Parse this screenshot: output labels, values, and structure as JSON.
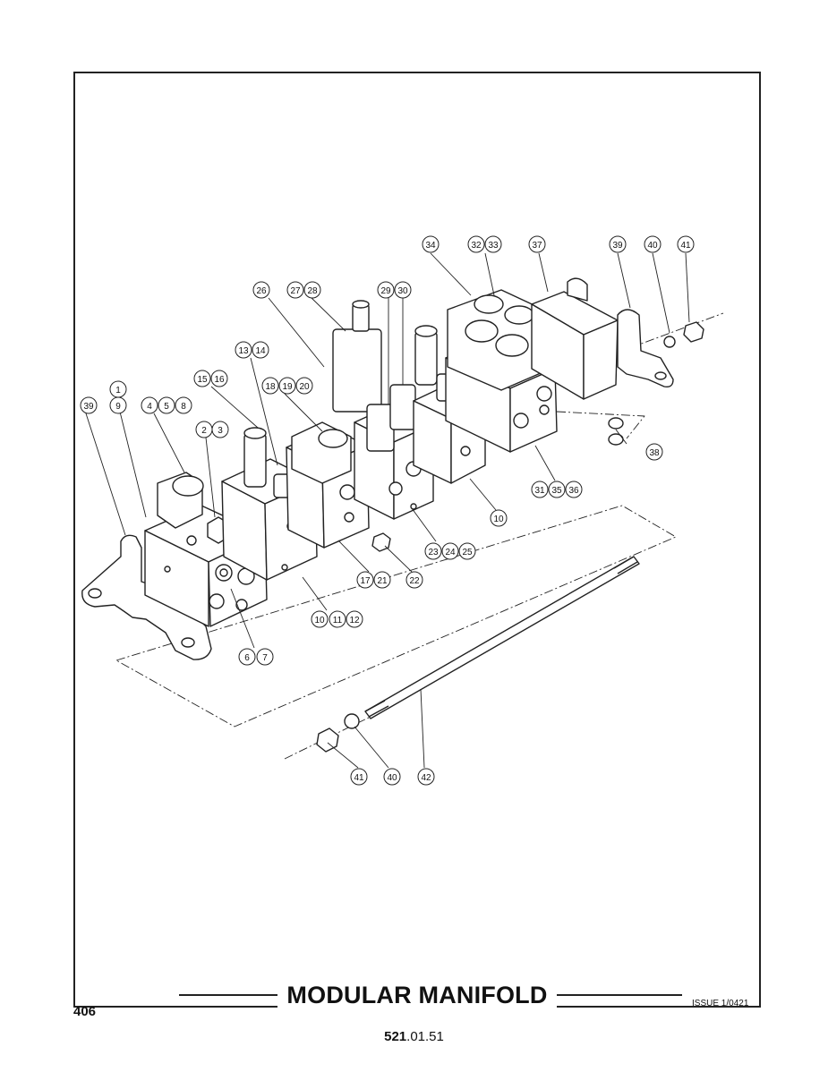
{
  "title": "MODULAR MANIFOLD",
  "page_number": "406",
  "issue": "ISSUE 1/0421",
  "part_code_bold": "521",
  "part_code_rest": ".01.51",
  "callouts": [
    {
      "id": "c34",
      "label": "34"
    },
    {
      "id": "c32",
      "label": "32"
    },
    {
      "id": "c33",
      "label": "33"
    },
    {
      "id": "c37",
      "label": "37"
    },
    {
      "id": "c39a",
      "label": "39"
    },
    {
      "id": "c40a",
      "label": "40"
    },
    {
      "id": "c41a",
      "label": "41"
    },
    {
      "id": "c26",
      "label": "26"
    },
    {
      "id": "c27",
      "label": "27"
    },
    {
      "id": "c28",
      "label": "28"
    },
    {
      "id": "c29",
      "label": "29"
    },
    {
      "id": "c30",
      "label": "30"
    },
    {
      "id": "c13",
      "label": "13"
    },
    {
      "id": "c14",
      "label": "14"
    },
    {
      "id": "c15",
      "label": "15"
    },
    {
      "id": "c16",
      "label": "16"
    },
    {
      "id": "c18",
      "label": "18"
    },
    {
      "id": "c19",
      "label": "19"
    },
    {
      "id": "c20",
      "label": "20"
    },
    {
      "id": "c1",
      "label": "1"
    },
    {
      "id": "c39b",
      "label": "39"
    },
    {
      "id": "c9",
      "label": "9"
    },
    {
      "id": "c4",
      "label": "4"
    },
    {
      "id": "c5",
      "label": "5"
    },
    {
      "id": "c8",
      "label": "8"
    },
    {
      "id": "c2",
      "label": "2"
    },
    {
      "id": "c3",
      "label": "3"
    },
    {
      "id": "c38",
      "label": "38"
    },
    {
      "id": "c31",
      "label": "31"
    },
    {
      "id": "c35",
      "label": "35"
    },
    {
      "id": "c36",
      "label": "36"
    },
    {
      "id": "c10a",
      "label": "10"
    },
    {
      "id": "c23",
      "label": "23"
    },
    {
      "id": "c24",
      "label": "24"
    },
    {
      "id": "c25",
      "label": "25"
    },
    {
      "id": "c17",
      "label": "17"
    },
    {
      "id": "c21",
      "label": "21"
    },
    {
      "id": "c22",
      "label": "22"
    },
    {
      "id": "c10b",
      "label": "10"
    },
    {
      "id": "c11",
      "label": "11"
    },
    {
      "id": "c12",
      "label": "12"
    },
    {
      "id": "c6",
      "label": "6"
    },
    {
      "id": "c7",
      "label": "7"
    },
    {
      "id": "c41b",
      "label": "41"
    },
    {
      "id": "c40b",
      "label": "40"
    },
    {
      "id": "c42",
      "label": "42"
    }
  ]
}
